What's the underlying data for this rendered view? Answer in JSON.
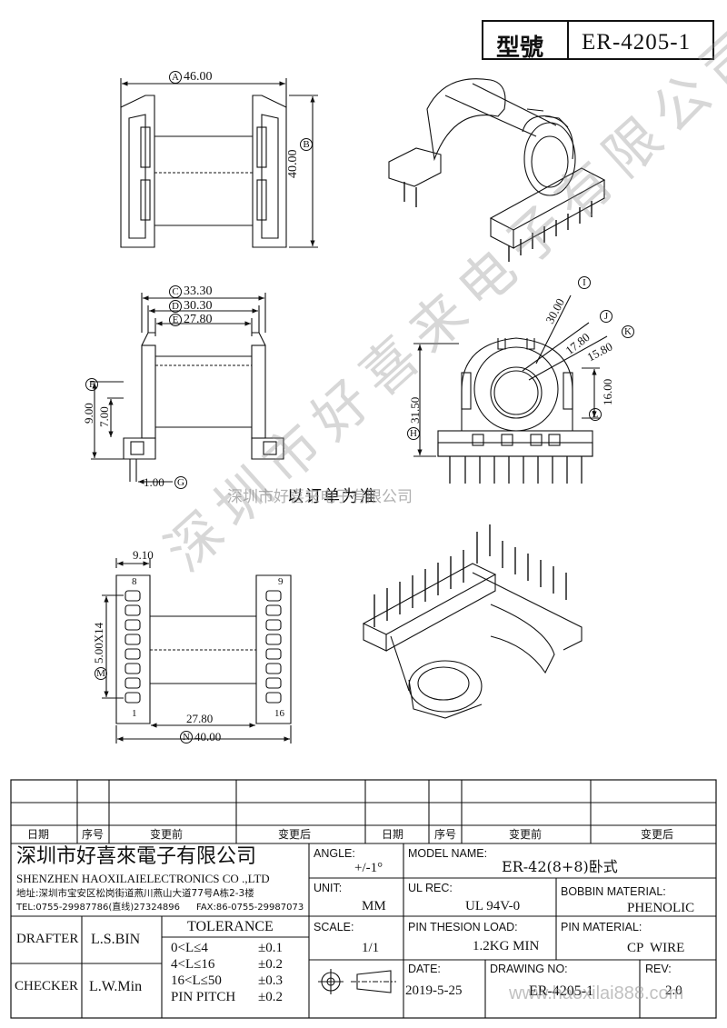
{
  "title": {
    "label": "型號",
    "model": "ER-4205-1"
  },
  "dims": {
    "A": "46.00",
    "B": "40.00",
    "C": "33.30",
    "D": "30.30",
    "E": "27.80",
    "F": "9.00",
    "G": "1.00",
    "H": "31.50",
    "I": "30.00",
    "J": "17.80",
    "K": "15.80",
    "L": "16.00",
    "M": "5.00X14",
    "N": "40.00",
    "seven": "7.00",
    "base_top": "9.10",
    "base_width": "27.80",
    "pin_left_top": "8",
    "pin_right_top": "9",
    "pin_left_bottom": "1",
    "pin_right_bottom": "16"
  },
  "dim_letters": [
    "A",
    "B",
    "C",
    "D",
    "E",
    "F",
    "G",
    "H",
    "I",
    "J",
    "K",
    "L",
    "M",
    "N"
  ],
  "stamp": "以订单为准",
  "watermark": {
    "main": "深圳市好喜来电子有限公司",
    "small": "深圳市好喜来电子有限公司",
    "site": "www.haoxilai888.com"
  },
  "revision_table": {
    "headers": [
      "日期",
      "序号",
      "变更前",
      "变更后",
      "日期",
      "序号",
      "变更前",
      "变更后"
    ]
  },
  "company": {
    "name_cn": "深圳市好喜來電子有限公司",
    "name_en": "SHENZHEN HAOXILAIELECTRONICS CO .,LTD",
    "address": "地址:深圳市宝安区松岗街道燕川燕山大道77号A栋2-3楼",
    "tel": "TEL:0755-29987786(直线)27324896",
    "fax": "FAX:86-0755-29987073"
  },
  "people": {
    "drafter_label": "DRAFTER",
    "drafter": "L.S.BIN",
    "checker_label": "CHECKER",
    "checker": "L.W.Min"
  },
  "tolerance": {
    "title": "TOLERANCE",
    "rows": [
      {
        "range": "0<L≤4",
        "tol": "±0.1"
      },
      {
        "range": "4<L≤16",
        "tol": "±0.2"
      },
      {
        "range": "16<L≤50",
        "tol": "±0.3"
      },
      {
        "range": "PIN PITCH",
        "tol": "±0.2"
      }
    ]
  },
  "fields": {
    "angle_label": "ANGLE:",
    "angle": "+/-1°",
    "unit_label": "UNIT:",
    "unit": "MM",
    "scale_label": "SCALE:",
    "scale": "1/1",
    "model_label": "MODEL NAME:",
    "model": "ER-42(8+8)卧式",
    "ul_label": "UL REC:",
    "ul": "UL 94V-0",
    "bobbin_label": "BOBBIN MATERIAL:",
    "bobbin": "PHENOLIC",
    "pin_load_label": "PIN THESION LOAD:",
    "pin_load": "1.2KG MIN",
    "pin_mat_label": "PIN MATERIAL:",
    "pin_mat": "CP  WIRE",
    "date_label": "DATE:",
    "date": "2019-5-25",
    "drawing_label": "DRAWING NO:",
    "drawing": "ER-4205-1",
    "rev_label": "REV:",
    "rev": "2.0"
  }
}
